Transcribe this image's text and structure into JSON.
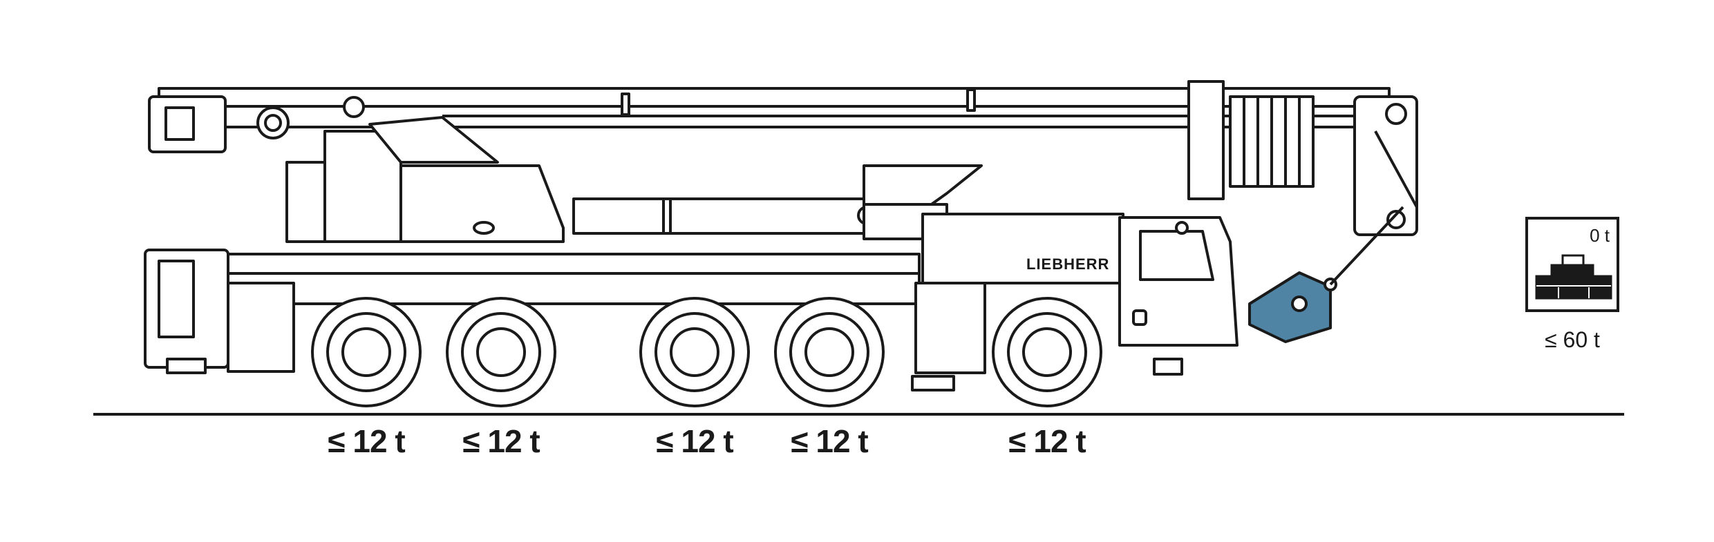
{
  "brand": {
    "name": "LIEBHERR"
  },
  "colors": {
    "line": "#1a1a1a",
    "accent_hook_block": "#4f84a4",
    "background": "#ffffff"
  },
  "axle_loads": [
    {
      "label": "≤ 12 t"
    },
    {
      "label": "≤ 12 t"
    },
    {
      "label": "≤ 12 t"
    },
    {
      "label": "≤ 12 t"
    },
    {
      "label": "≤ 12 t"
    }
  ],
  "counterweight": {
    "top_label": "0 t",
    "weight_label": "≤ 60 t",
    "icon": "counterweight-icon"
  }
}
